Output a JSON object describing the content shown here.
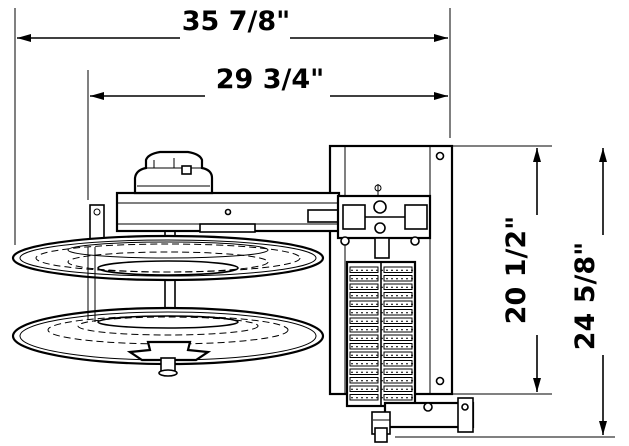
{
  "dimensions": {
    "overall_width": "35 7/8\"",
    "reel_span": "29 3/4\"",
    "frame_height": "20 1/2\"",
    "overall_height": "24 5/8\""
  }
}
